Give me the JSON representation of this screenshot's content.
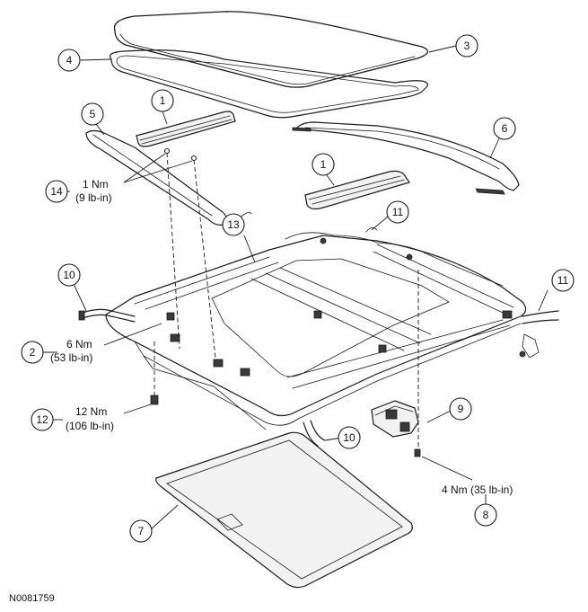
{
  "diagram_id": "N0081759",
  "callouts": {
    "c1a": "1",
    "c1b": "1",
    "c2": "2",
    "c3": "3",
    "c4": "4",
    "c5": "5",
    "c6": "6",
    "c7": "7",
    "c8": "8",
    "c9": "9",
    "c10a": "10",
    "c10b": "10",
    "c11a": "11",
    "c11b": "11",
    "c12": "12",
    "c13": "13",
    "c14": "14"
  },
  "torque": {
    "t14_line1": "1 Nm",
    "t14_line2": "(9 lb-in)",
    "t2_line1": "6 Nm",
    "t2_line2": "(53 lb-in)",
    "t12_line1": "12 Nm",
    "t12_line2": "(106 lb-in)",
    "t8": "4 Nm (35 lb-in)"
  }
}
